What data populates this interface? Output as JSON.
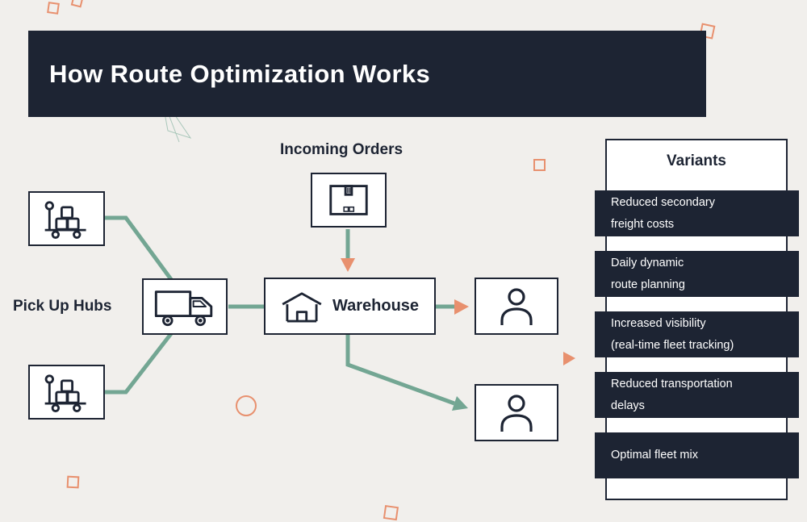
{
  "title": "How Route Optimization Works",
  "diagram": {
    "incoming_orders_label": "Incoming Orders",
    "pick_up_hubs_label": "Pick Up Hubs",
    "warehouse_label": "Warehouse"
  },
  "variants": {
    "header": "Variants",
    "items": [
      {
        "line1": "Reduced secondary",
        "line2": "freight costs"
      },
      {
        "line1": "Daily dynamic",
        "line2": "route planning"
      },
      {
        "line1": "Increased visibility",
        "line2": "(real-time fleet tracking)"
      },
      {
        "line1": "Reduced transportation",
        "line2": "delays"
      },
      {
        "line1": "Optimal fleet mix",
        "line2": ""
      }
    ]
  },
  "icons": [
    "package-icon",
    "hand-truck-icon",
    "truck-icon",
    "warehouse-icon",
    "person-icon"
  ],
  "colors": {
    "dark_navy": "#1d2433",
    "teal_line": "#73a693",
    "salmon_accent": "#e8906e",
    "background": "#f1efec",
    "white": "#ffffff"
  }
}
